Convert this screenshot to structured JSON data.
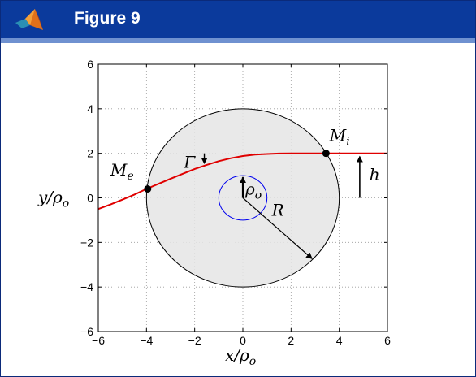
{
  "window": {
    "title": "Figure 9",
    "app_icon": "matlab-logo-icon",
    "colors": {
      "titlebar": "#0b3a9c",
      "divider": "#6f91d0"
    }
  },
  "chart_data": {
    "type": "line",
    "xlim": [
      -6,
      6
    ],
    "ylim": [
      -6,
      6
    ],
    "x_ticks": [
      -6,
      -4,
      -2,
      0,
      2,
      4,
      6
    ],
    "y_ticks": [
      -6,
      -4,
      -2,
      0,
      2,
      4,
      6
    ],
    "grid": true,
    "xlabel": {
      "main": "x/ρ",
      "sub": "o"
    },
    "ylabel": {
      "main": "y/ρ",
      "sub": "o"
    },
    "series": [
      {
        "color": "#e00000",
        "x": [
          -6,
          -5.5,
          -5,
          -4.5,
          -4,
          -3.5,
          -3,
          -2.5,
          -2,
          -1.5,
          -1,
          -0.5,
          0,
          0.5,
          1,
          1.5,
          2,
          2.5,
          3,
          3.5,
          4,
          4.5,
          5,
          5.5,
          6
        ],
        "y": [
          -0.5,
          -0.3,
          -0.08,
          0.15,
          0.4,
          0.63,
          0.86,
          1.08,
          1.3,
          1.48,
          1.65,
          1.78,
          1.88,
          1.94,
          1.97,
          1.99,
          2.0,
          2.0,
          2.0,
          2.0,
          2.0,
          2.0,
          2.0,
          2.0,
          2.0
        ]
      }
    ],
    "shapes": {
      "outer_circle": {
        "cx": 0,
        "cy": 0,
        "r": 4,
        "fill": "#e5e5e5",
        "stroke": "#000000"
      },
      "inner_circle": {
        "cx": 0,
        "cy": 0,
        "r": 1,
        "stroke": "#0000ee"
      }
    },
    "points": [
      {
        "name": "M",
        "sub": "e",
        "x": -3.95,
        "y": 0.4
      },
      {
        "name": "M",
        "sub": "i",
        "x": 3.45,
        "y": 2.0
      }
    ],
    "annotations": {
      "rho": {
        "main": "ρ",
        "sub": "o"
      },
      "R": {
        "text": "R"
      },
      "h": {
        "text": "h"
      },
      "gamma": {
        "text": "Γ"
      }
    }
  }
}
